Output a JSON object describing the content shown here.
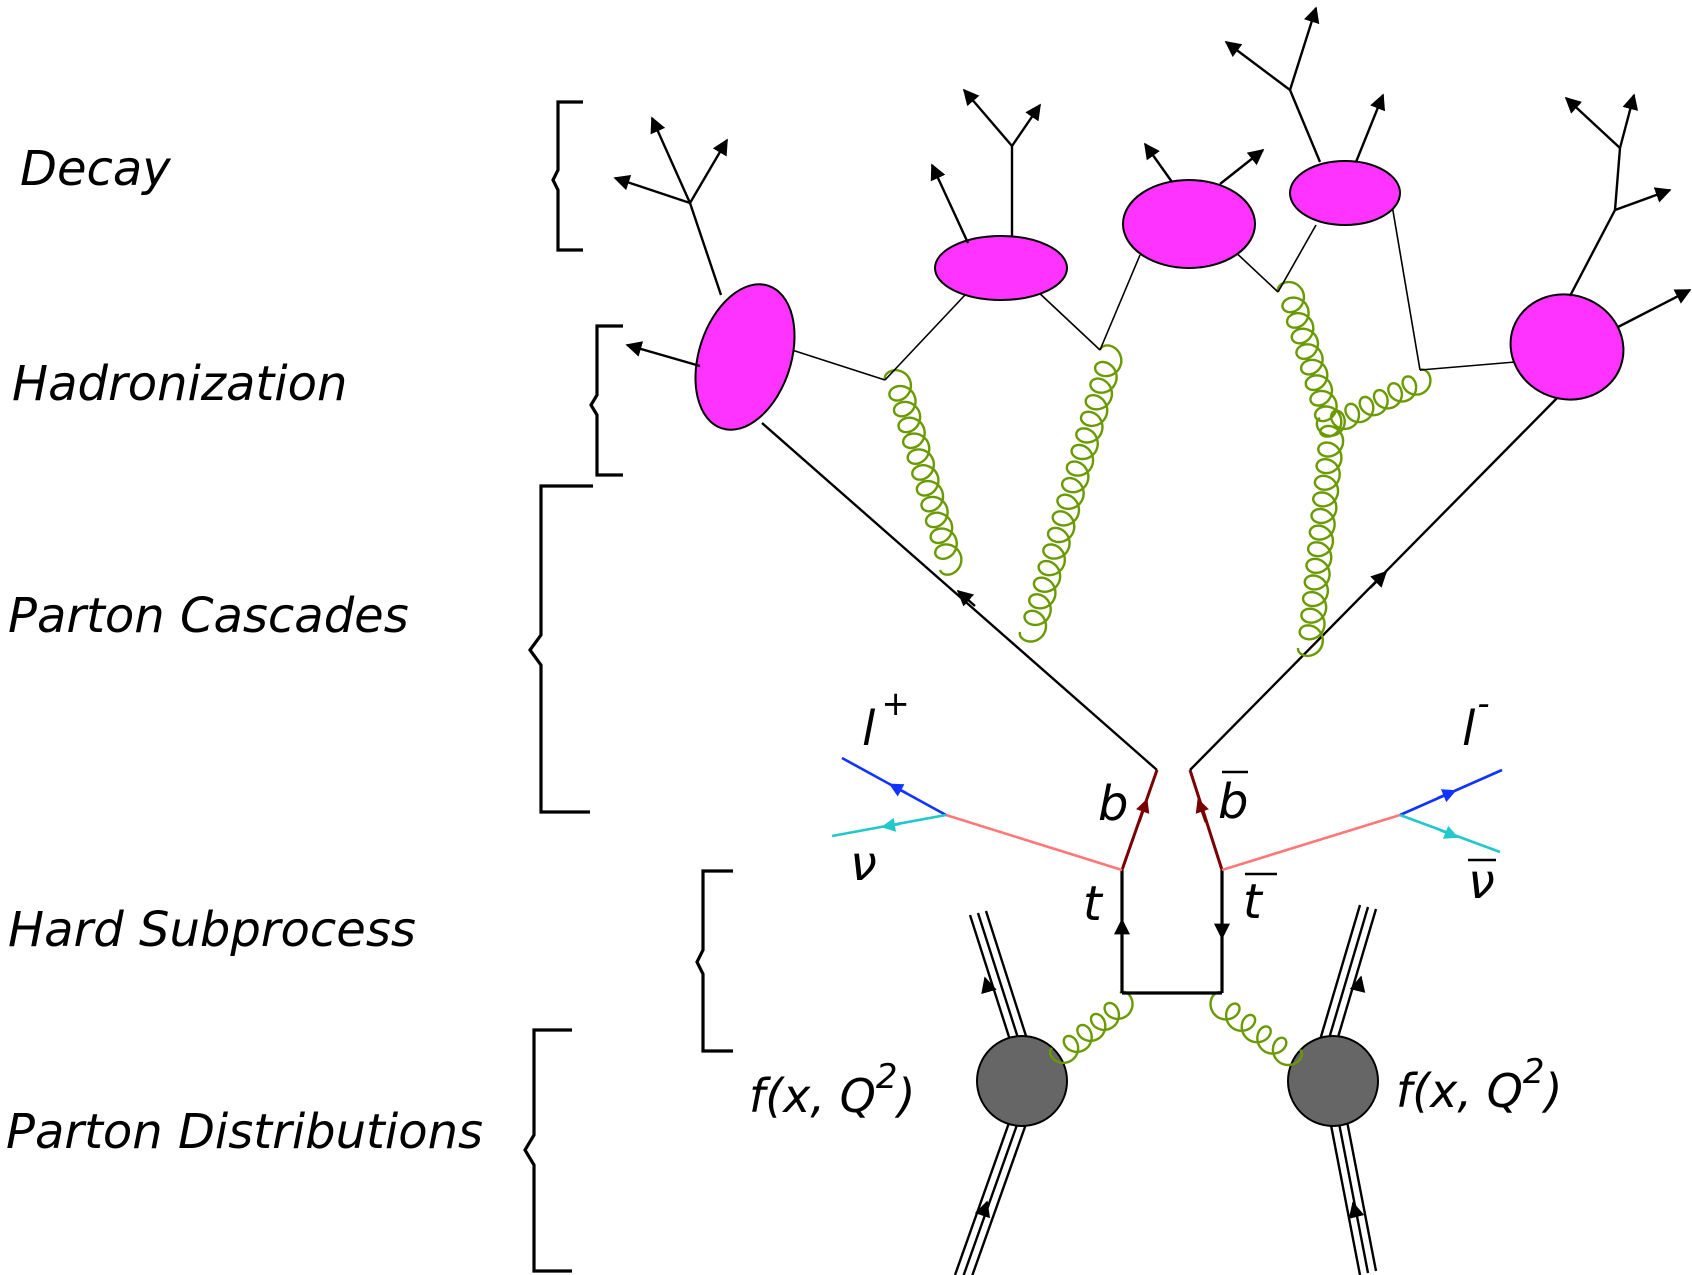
{
  "stages": [
    {
      "id": "decay",
      "label": "Decay"
    },
    {
      "id": "hadronization",
      "label": "Hadronization"
    },
    {
      "id": "parton-cascades",
      "label": "Parton Cascades"
    },
    {
      "id": "hard-subprocess",
      "label": "Hard Subprocess"
    },
    {
      "id": "parton-distributions",
      "label": "Parton Distributions"
    }
  ],
  "particles": {
    "l_plus": "l",
    "l_plus_sup": "+",
    "l_minus": "l",
    "l_minus_sup": "-",
    "nu": "ν",
    "nu_bar": "ν",
    "b": "b",
    "b_bar": "b",
    "t": "t",
    "t_bar": "t"
  },
  "pdf": {
    "left": "f(x, Q",
    "left_sup": "2",
    "left_close": ")",
    "right": "f(x, Q",
    "right_sup": "2",
    "right_close": ")"
  },
  "colors": {
    "hadron": "#ff33ff",
    "gluon": "#6a9a00",
    "proton": "#666666",
    "top_quark": "#7a0000",
    "w_boson": "#ff7777",
    "lepton": "#1133ff",
    "neutrino": "#22c8cc"
  }
}
